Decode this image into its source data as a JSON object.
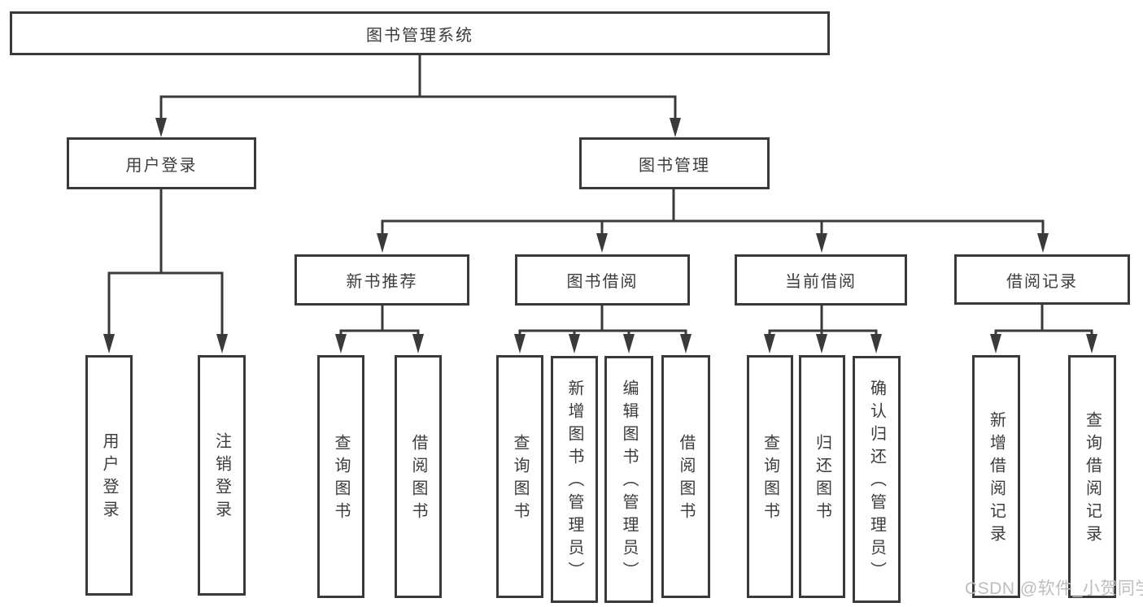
{
  "diagram": {
    "root": {
      "label": "图书管理系统"
    },
    "children": [
      {
        "label": "用户登录",
        "children": [
          "用户登录",
          "注销登录"
        ]
      },
      {
        "label": "图书管理",
        "children": [
          {
            "label": "新书推荐",
            "children": [
              "查询图书",
              "借阅图书"
            ]
          },
          {
            "label": "图书借阅",
            "children": [
              "查询图书",
              "新增图书（管理员）",
              "编辑图书（管理员）",
              "借阅图书"
            ]
          },
          {
            "label": "当前借阅",
            "children": [
              "查询图书",
              "归还图书",
              "确认归还（管理员）"
            ]
          },
          {
            "label": "借阅记录",
            "children": [
              "新增借阅记录",
              "查询借阅记录"
            ]
          }
        ]
      }
    ]
  },
  "watermark": {
    "text": "CSDN @软件_小贺同学"
  },
  "colors": {
    "line": "#3a3a3a",
    "text": "#3c3c3c",
    "watermark": "#bdbdbd",
    "bg": "#ffffff"
  }
}
